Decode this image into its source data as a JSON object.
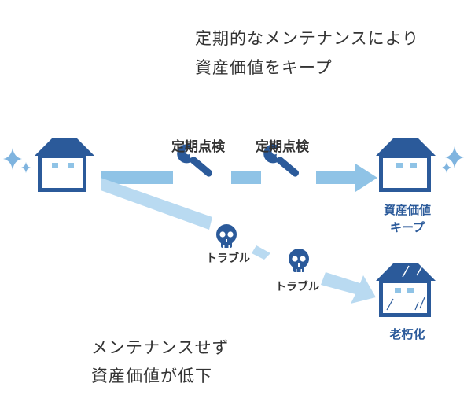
{
  "top_caption": {
    "line1": "定期的なメンテナンスにより",
    "line2": "資産価値をキープ"
  },
  "bottom_caption": {
    "line1": "メンテナンスせず",
    "line2": "資産価値が低下"
  },
  "inspections": [
    {
      "label": "定期点検"
    },
    {
      "label": "定期点検"
    }
  ],
  "troubles": [
    {
      "label": "トラブル"
    },
    {
      "label": "トラブル"
    }
  ],
  "outcomes": {
    "keep_line1": "資産価値",
    "keep_line2": "キープ",
    "decay": "老朽化"
  },
  "colors": {
    "house_blue": "#2b5a9a",
    "arrow_blue": "#8fc3e6",
    "arrow_light": "#b9daf1",
    "sparkle": "#7fb4df",
    "text": "#333333"
  }
}
